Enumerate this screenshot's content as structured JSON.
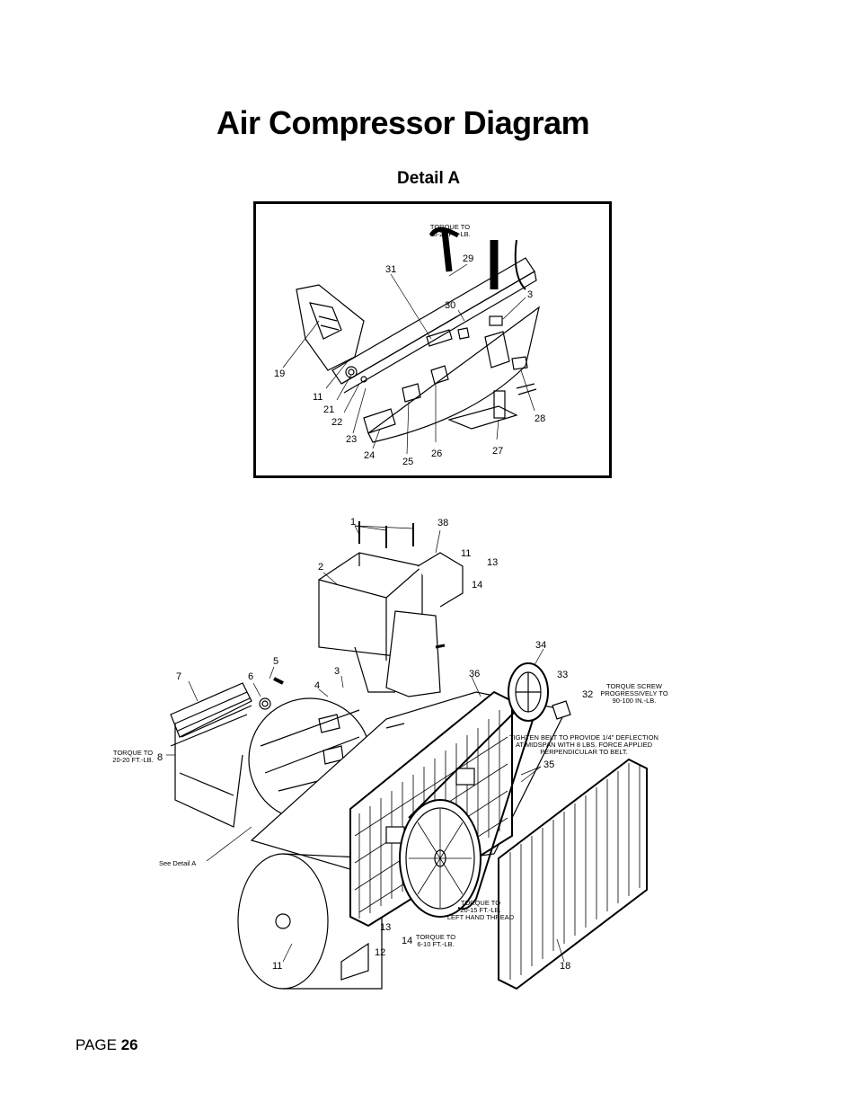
{
  "page": {
    "title": "Air Compressor Diagram",
    "label": "PAGE",
    "number": "26"
  },
  "detail": {
    "heading": "Detail A",
    "notes": {
      "torque_29_line1": "TORQUE TO",
      "torque_29_line2": "18-22 FT.-LB."
    },
    "callouts": [
      "31",
      "29",
      "30",
      "3",
      "19",
      "11",
      "21",
      "22",
      "23",
      "24",
      "25",
      "26",
      "27",
      "28"
    ]
  },
  "main": {
    "callouts": [
      "1",
      "38",
      "11",
      "13",
      "14",
      "2",
      "34",
      "5",
      "7",
      "6",
      "3",
      "4",
      "36",
      "33",
      "32",
      "8",
      "35",
      "13",
      "14",
      "12",
      "11",
      "18"
    ],
    "notes": {
      "torque_8_line1": "TORQUE TO",
      "torque_8_line2": "20-20 FT.-LB.",
      "torque_32_line1": "TORQUE SCREW",
      "torque_32_line2": "PROGRESSIVELY TO",
      "torque_32_line3": "90-100 IN.-LB.",
      "belt_line1": "TIGHTEN BELT TO PROVIDE 1/4\" DEFLECTION",
      "belt_line2": "AT MIDSPAN WITH 8 LBS. FORCE APPLIED",
      "belt_line3": "PERPENDICULAR TO BELT.",
      "see_detail": "See Detail A",
      "torque_pulley_line1": "TORQUE TO",
      "torque_pulley_line2": "20-15 FT.-LB.",
      "torque_pulley_line3": "LEFT HAND THREAD",
      "torque_14_line1": "TORQUE TO",
      "torque_14_line2": "6-10 FT.-LB."
    }
  }
}
